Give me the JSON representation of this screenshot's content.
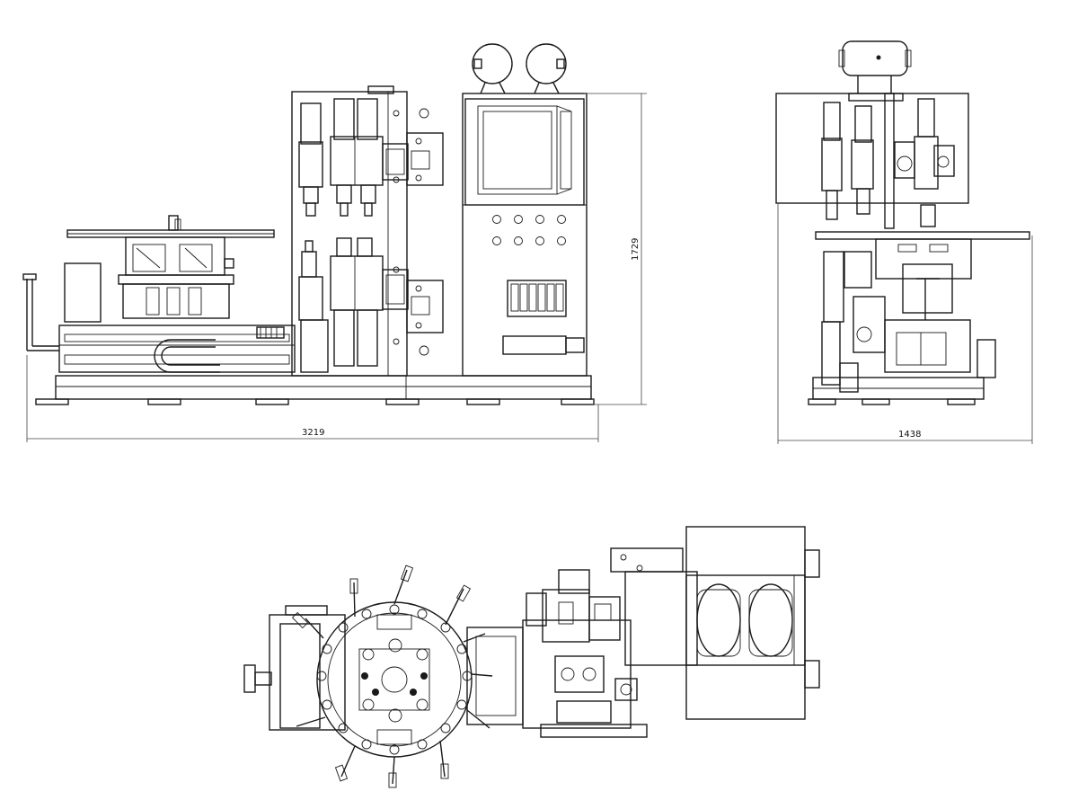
{
  "dimensions": {
    "front_width": "3219",
    "front_height": "1729",
    "side_width": "1438"
  },
  "colors": {
    "line": "#1a1a1a",
    "background": "#ffffff"
  }
}
